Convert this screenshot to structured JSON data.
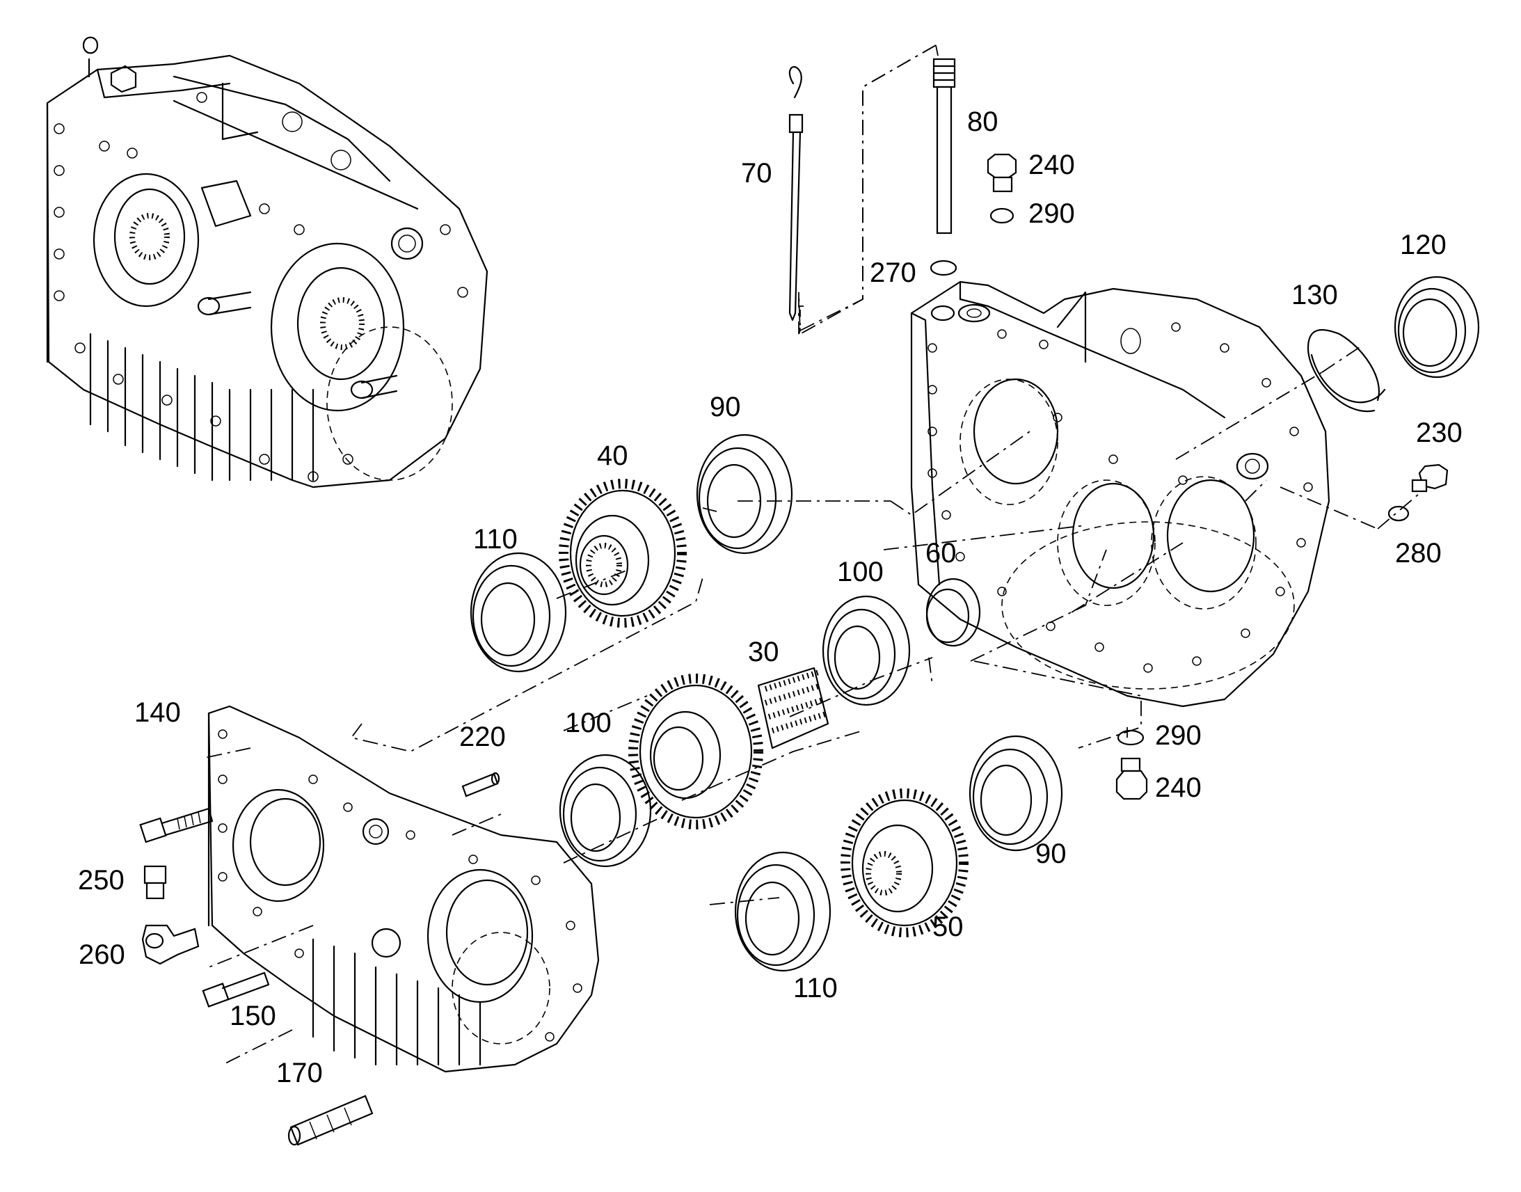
{
  "part_labels": {
    "p70": "70",
    "p80": "80",
    "p240a": "240",
    "p290a": "290",
    "p270": "270",
    "p120": "120",
    "p130": "130",
    "p230": "230",
    "p280": "280",
    "p90a": "90",
    "p40": "40",
    "p110a": "110",
    "p100a": "100",
    "p60": "60",
    "p30": "30",
    "p140": "140",
    "p220": "220",
    "p100b": "100",
    "p290b": "290",
    "p240b": "240",
    "p90b": "90",
    "p250": "250",
    "p260": "260",
    "p50": "50",
    "p110b": "110",
    "p150": "150",
    "p170": "170"
  }
}
